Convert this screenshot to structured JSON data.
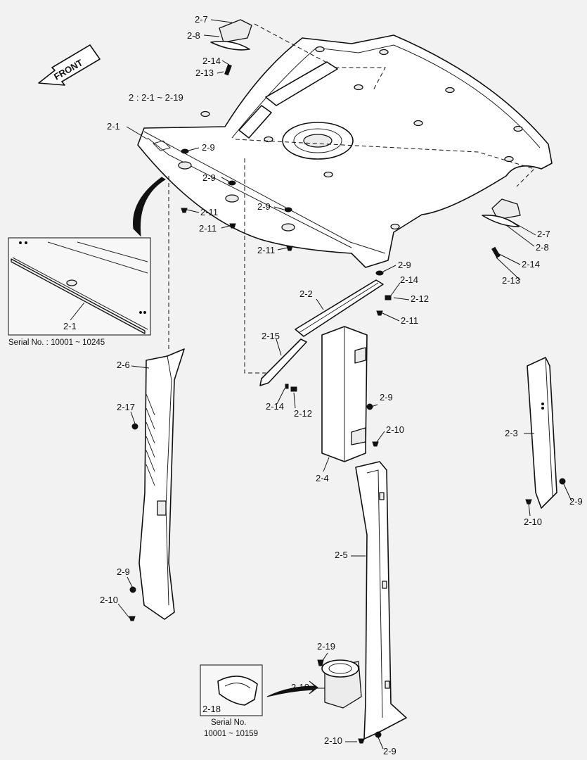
{
  "orientation_label": "FRONT",
  "assembly_note": "2 : 2-1 ~ 2-19",
  "inset_top": {
    "part_label": "2-1",
    "serial_note": "Serial No. : 10001 ~ 10245"
  },
  "inset_bottom": {
    "part_label": "2-18",
    "serial_line1": "Serial No.",
    "serial_line2": "10001 ~ 10159"
  },
  "callouts": {
    "c2_7a": "2-7",
    "c2_8a": "2-8",
    "c2_14a": "2-14",
    "c2_13a": "2-13",
    "c2_1": "2-1",
    "c2_9a": "2-9",
    "c2_9b": "2-9",
    "c2_9c": "2-9",
    "c2_11a": "2-11",
    "c2_11b": "2-11",
    "c2_11c": "2-11",
    "c2_7b": "2-7",
    "c2_8b": "2-8",
    "c2_14b": "2-14",
    "c2_13b": "2-13",
    "c2_9d": "2-9",
    "c2_14c": "2-14",
    "c2_12a": "2-12",
    "c2_2": "2-2",
    "c2_11d": "2-11",
    "c2_15": "2-15",
    "c2_14d": "2-14",
    "c2_12b": "2-12",
    "c2_6": "2-6",
    "c2_17": "2-17",
    "c2_9e": "2-9",
    "c2_10a": "2-10",
    "c2_9f": "2-9",
    "c2_10b": "2-10",
    "c2_4": "2-4",
    "c2_3": "2-3",
    "c2_9g": "2-9",
    "c2_10c": "2-10",
    "c2_5": "2-5",
    "c2_19": "2-19",
    "c2_18": "2-18",
    "c2_10d": "2-10",
    "c2_9h": "2-9"
  }
}
